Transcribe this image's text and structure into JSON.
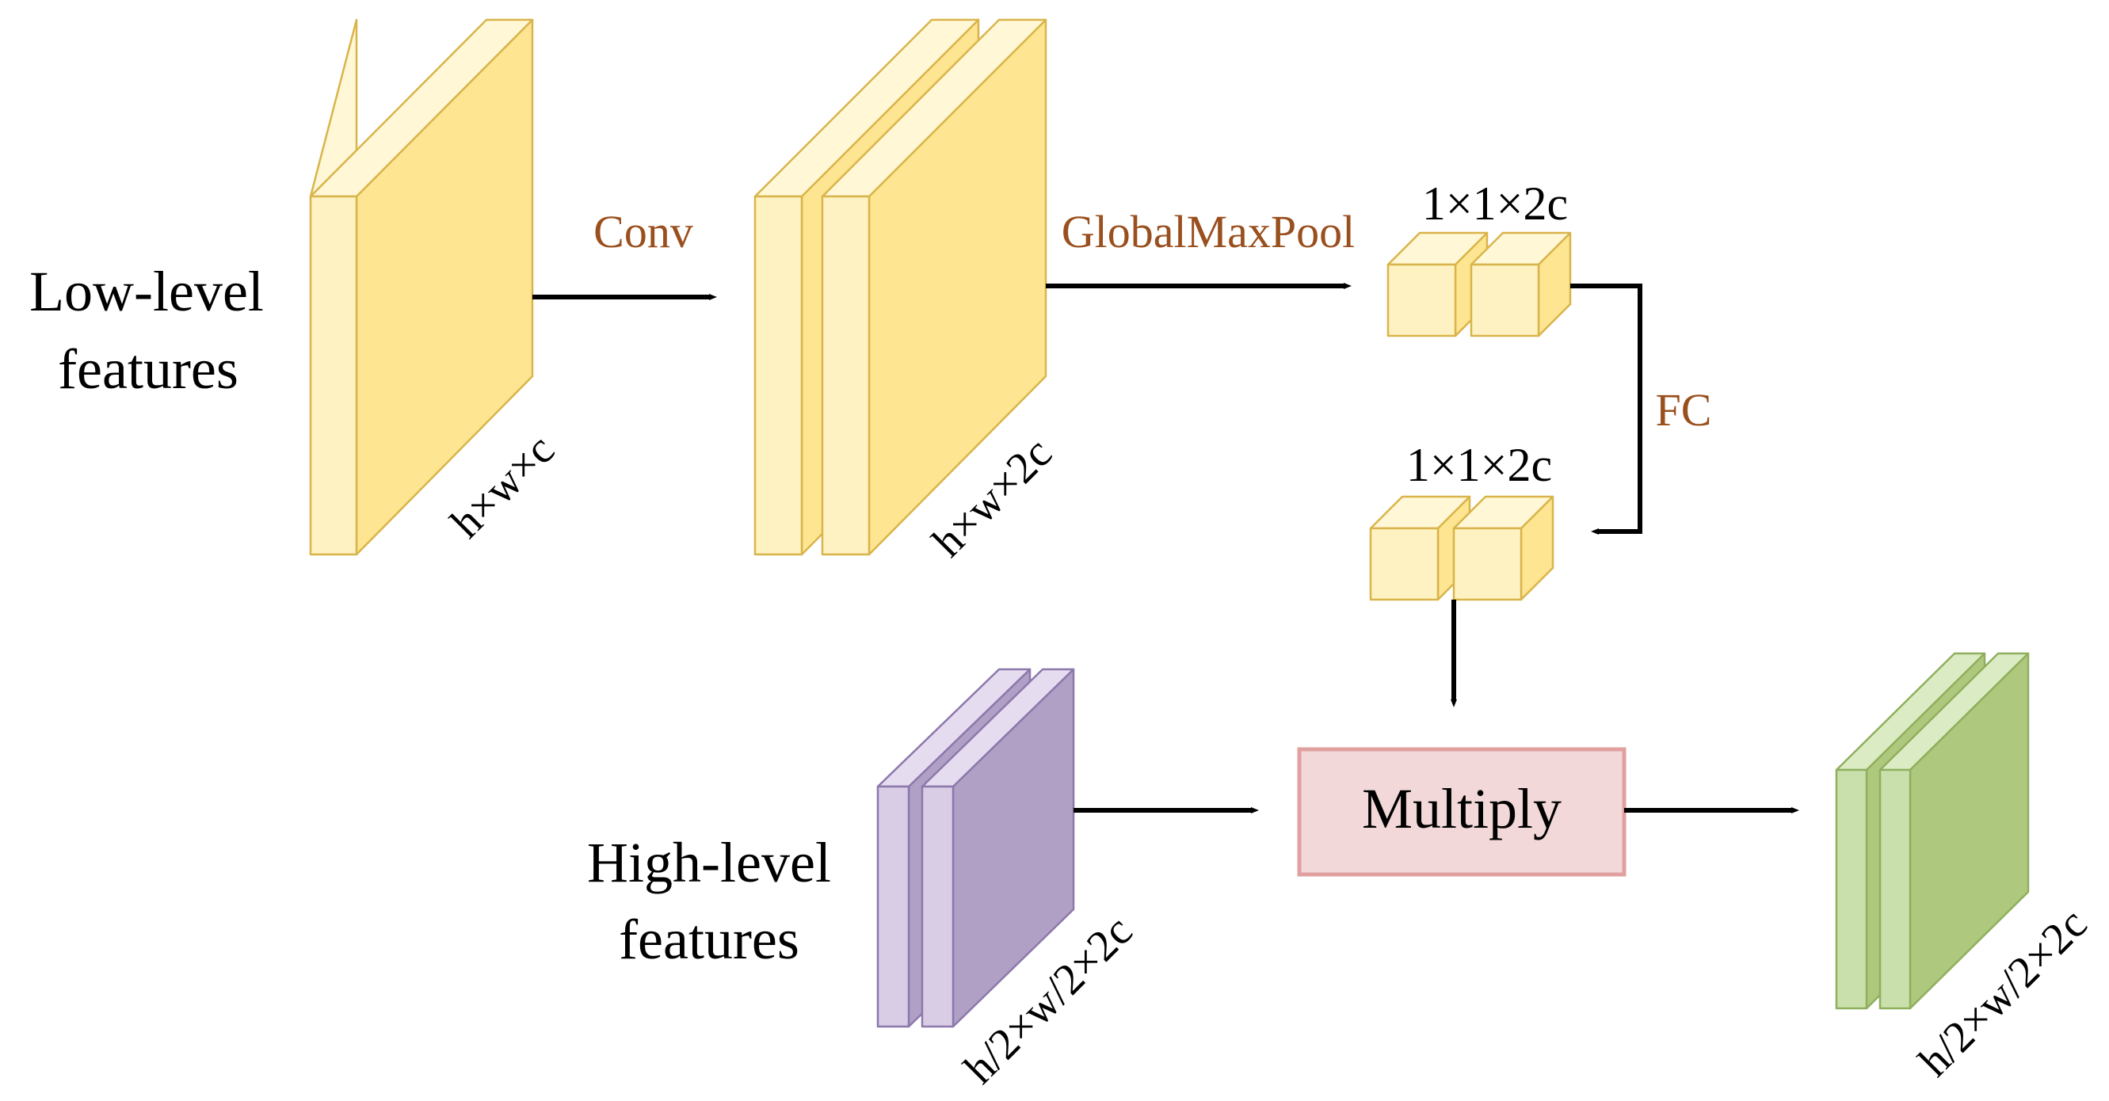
{
  "labels": {
    "low_level_line1": "Low-level",
    "low_level_line2": "features",
    "high_level_line1": "High-level",
    "high_level_line2": "features",
    "dim_input": "h×w×c",
    "dim_conv": "h×w×2c",
    "dim_pool": "1×1×2c",
    "dim_fc": "1×1×2c",
    "dim_high": "h/2×w/2×2c",
    "dim_output": "h/2×w/2×2c"
  },
  "operations": {
    "conv": "Conv",
    "global_max_pool": "GlobalMaxPool",
    "fc": "FC",
    "multiply": "Multiply"
  },
  "colors": {
    "yellow_front": "#fff2c2",
    "yellow_side": "#fee592",
    "yellow_top": "#fff7d6",
    "yellow_stroke": "#d9b44a",
    "purple_front": "#d9cde6",
    "purple_side": "#b0a0c6",
    "purple_top": "#e6dcf0",
    "purple_stroke": "#8c78ab",
    "green_front": "#c9e0ad",
    "green_side": "#aec97d",
    "green_top": "#dbecc4",
    "green_stroke": "#8faf5e",
    "multiply_fill": "#f2d8d8",
    "multiply_stroke": "#e0a0a0",
    "op_text": "#9a4f1e",
    "arrow": "#000000"
  }
}
